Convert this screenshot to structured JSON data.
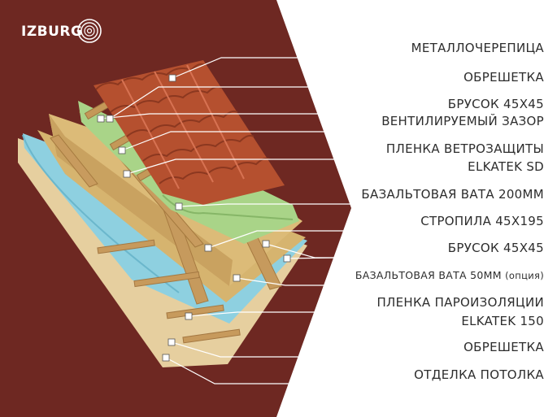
{
  "brand": {
    "name": "IZBURG",
    "logo_icon": "wood-rings-icon"
  },
  "colors": {
    "background_panel": "#6e2822",
    "tile": "#b5502f",
    "insulation": "#d9b877",
    "wind_film": "#a9d488",
    "vapor_film": "#8ed0e0",
    "wood": "#c69a5d",
    "callout_line": "#ffffff"
  },
  "layers": [
    {
      "label": "МЕТАЛЛОЧЕРЕПИЦА"
    },
    {
      "label": "ОБРЕШЕТКА"
    },
    {
      "label": "БРУСОК 45Х45"
    },
    {
      "label": "ВЕНТИЛИРУЕМЫЙ ЗАЗОР"
    },
    {
      "label": "ПЛЕНКА ВЕТРОЗАЩИТЫ"
    },
    {
      "label": "ELKATEK SD"
    },
    {
      "label": "БАЗАЛЬТОВАЯ ВАТА 200ММ"
    },
    {
      "label": "СТРОПИЛА 45Х195"
    },
    {
      "label": "БРУСОК 45Х45"
    },
    {
      "label": "БАЗАЛЬТОВАЯ ВАТА 50ММ",
      "note": "(опция)"
    },
    {
      "label": "ПЛЕНКА ПАРОИЗОЛЯЦИИ"
    },
    {
      "label": "ELKATEK 150"
    },
    {
      "label": "ОБРЕШЕТКА"
    },
    {
      "label": "ОТДЕЛКА ПОТОЛКА"
    }
  ]
}
